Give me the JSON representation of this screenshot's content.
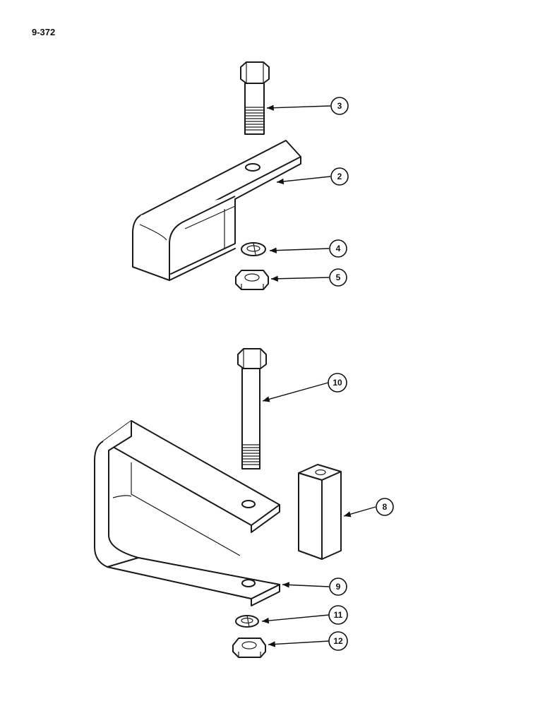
{
  "page_number": "9-372",
  "callouts": {
    "c3": "3",
    "c2": "2",
    "c4": "4",
    "c5": "5",
    "c10": "10",
    "c8": "8",
    "c9": "9",
    "c11": "11",
    "c12": "12"
  }
}
